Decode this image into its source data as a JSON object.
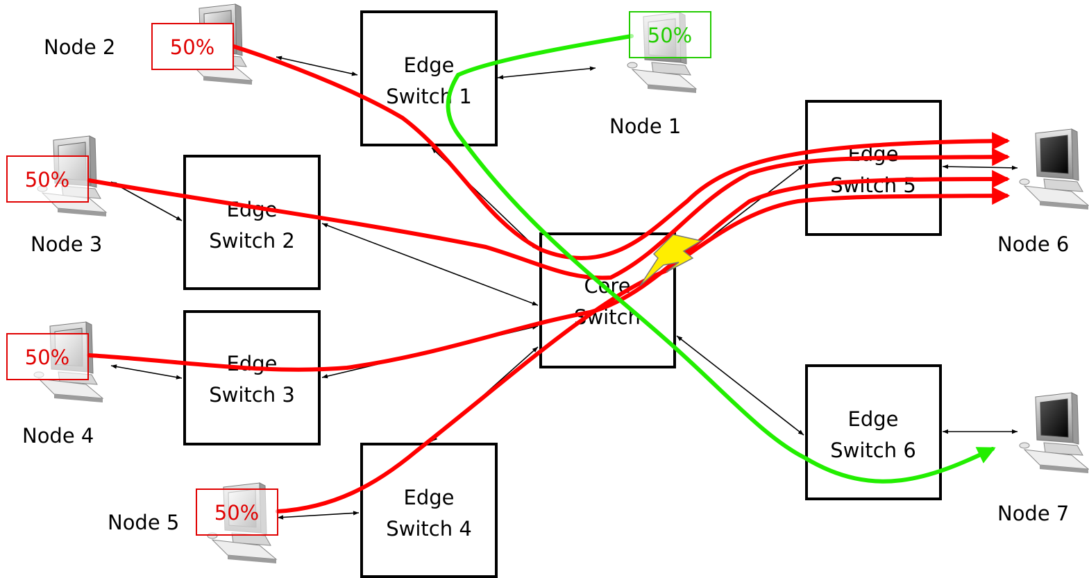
{
  "switches": {
    "edge1": [
      "Edge",
      "Switch 1"
    ],
    "edge2": [
      "Edge",
      "Switch 2"
    ],
    "edge3": [
      "Edge",
      "Switch 3"
    ],
    "edge4": [
      "Edge",
      "Switch 4"
    ],
    "edge5": [
      "Edge",
      "Switch 5"
    ],
    "edge6": [
      "Edge",
      "Switch 6"
    ],
    "core": [
      "Core",
      "Switch"
    ]
  },
  "nodes": {
    "node1": "Node 1",
    "node2": "Node 2",
    "node3": "Node 3",
    "node4": "Node 4",
    "node5": "Node 5",
    "node6": "Node 6",
    "node7": "Node 7"
  },
  "loads": {
    "node1": "50%",
    "node2": "50%",
    "node3": "50%",
    "node4": "50%",
    "node5": "50%"
  },
  "colors": {
    "congested_flow": "#ff0000",
    "clear_flow": "#22ee00",
    "load_box_red": "#e00000",
    "load_box_green": "#22cc00",
    "lightning": "#ffee00"
  }
}
